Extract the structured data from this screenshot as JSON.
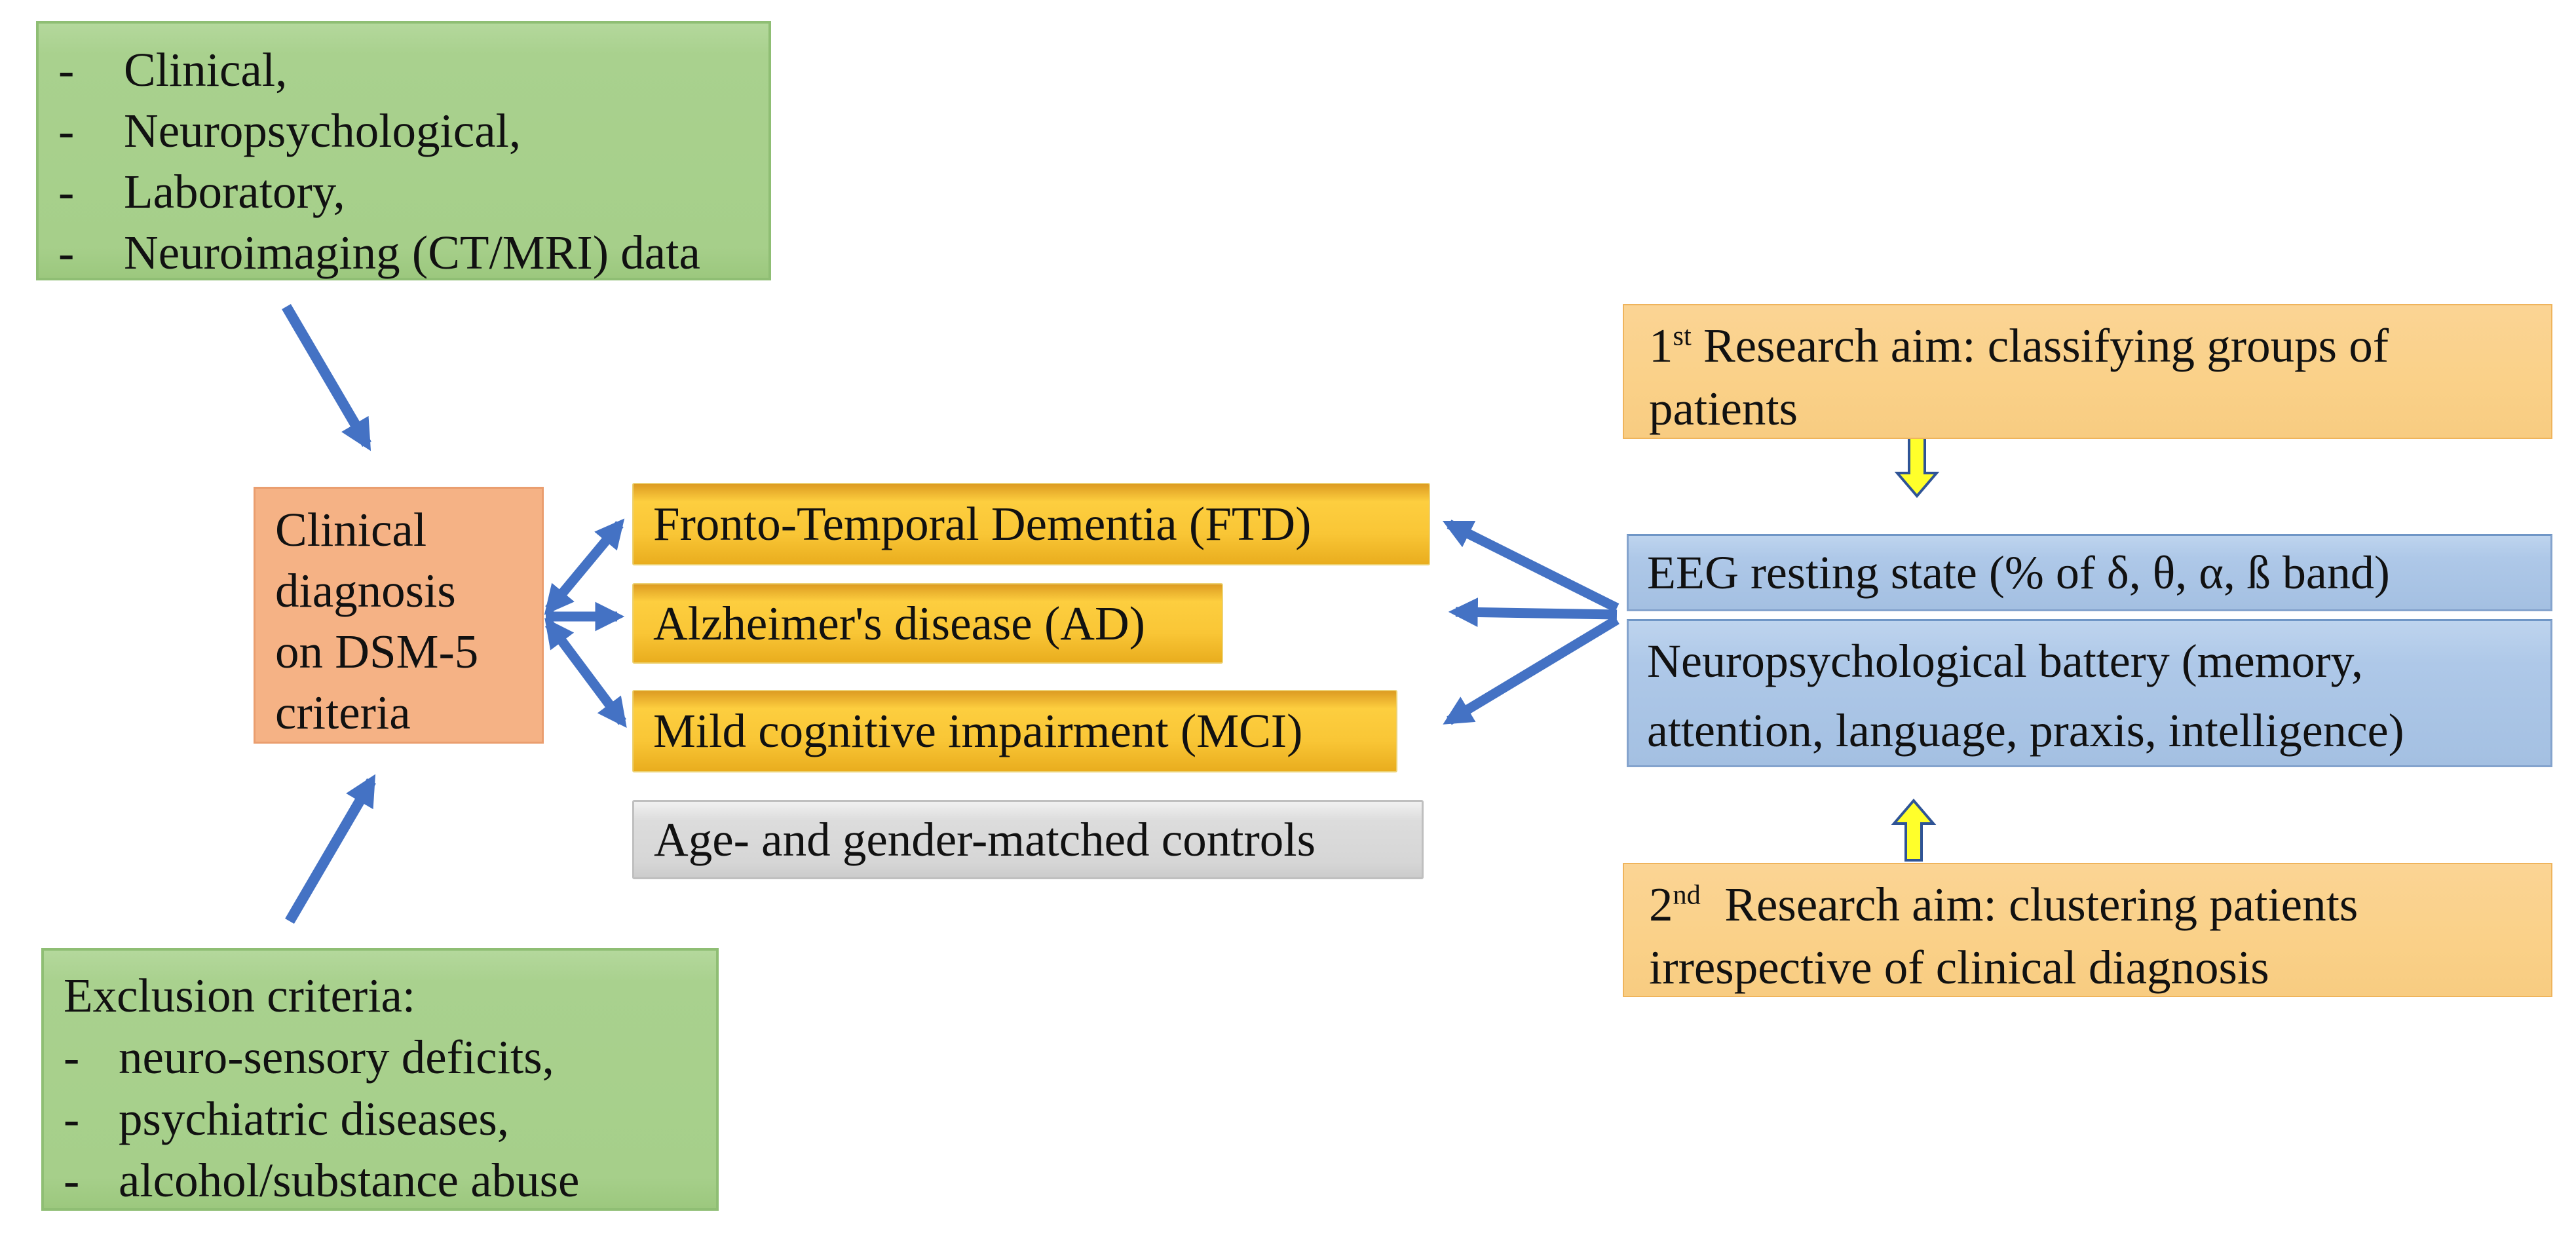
{
  "figure": {
    "bullet": "-",
    "inclusion_box": {
      "lines": [
        "Clinical,",
        "Neuropsychological,",
        "Laboratory,",
        "Neuroimaging (CT/MRI) data"
      ]
    },
    "diagnosis_box": {
      "lines": [
        "Clinical",
        "diagnosis",
        "on DSM-5",
        "criteria"
      ]
    },
    "group_boxes": {
      "ftd": "Fronto-Temporal Dementia (FTD)",
      "ad": "Alzheimer's disease (AD)",
      "mci": "Mild cognitive impairment (MCI)"
    },
    "controls_box": "Age- and gender-matched controls",
    "aim1_box": {
      "num": "1",
      "ordinal": "st",
      "line1_rest": " Research aim: classifying groups of",
      "line2": "patients"
    },
    "eeg_box": "EEG resting state (% of δ, θ, α, ß band)",
    "neuro_box": {
      "line1": "Neuropsychological battery (memory,",
      "line2": "attention, language, praxis, intelligence)"
    },
    "aim2_box": {
      "num": "2",
      "ordinal": "nd",
      "line1_rest": "  Research aim: clustering patients",
      "line2": "irrespective of clinical diagnosis"
    },
    "exclusion_box": {
      "title": "Exclusion criteria:",
      "lines": [
        "neuro-sensory deficits,",
        "psychiatric diseases,",
        "alcohol/substance abuse"
      ]
    },
    "colors": {
      "green_box": "#a9d18e",
      "salmon_box": "#f5b285",
      "gold_box": "#f9c636",
      "gray_box": "#d9d9d9",
      "tan_box": "#fad189",
      "blue_box": "#aec8e8",
      "arrow_blue": "#4472c4",
      "arrow_yellow_fill": "#ffff2b",
      "arrow_yellow_outline": "#2f5496"
    }
  }
}
